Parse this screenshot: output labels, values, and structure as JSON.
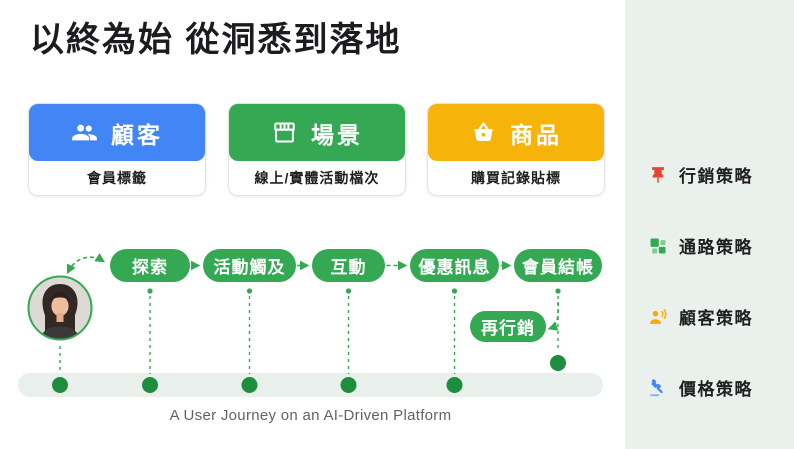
{
  "title": "以終為始 從洞悉到落地",
  "colors": {
    "blue": "#4285F4",
    "green": "#34A853",
    "green-dark": "#1E8E3E",
    "yellow": "#F6B40A",
    "red": "#E94235",
    "yellow-icon": "#F9AB00",
    "light-green": "#81C995",
    "light-blue": "#8AB4F8",
    "track": "#E9F0EC",
    "sidebar-bg": "#EAF1EC",
    "gray-text": "#5F6368",
    "title-color": "#1C1C1E"
  },
  "cards": [
    {
      "label": "顧客",
      "sub": "會員標籤",
      "icon": "people-icon",
      "color": "#4285F4"
    },
    {
      "label": "場景",
      "sub": "線上/實體活動檔次",
      "icon": "storefront-icon",
      "color": "#34A853"
    },
    {
      "label": "商品",
      "sub": "購買記錄貼標",
      "icon": "basket-icon",
      "color": "#F6B40A"
    }
  ],
  "journey": {
    "steps": [
      "探索",
      "活動觸及",
      "互動",
      "優惠訊息",
      "會員結帳"
    ],
    "loop_step": "再行銷",
    "caption": "A User Journey on an AI-Driven Platform",
    "pill_color": "#34A853",
    "dot_color": "#1E8E3E",
    "track_color": "#E9F0EC"
  },
  "sidebar": {
    "items": [
      {
        "label": "行銷策略",
        "icon": "pushpin-icon",
        "icon_color": "#E94235"
      },
      {
        "label": "通路策略",
        "icon": "grid-icon",
        "icon_color": "#34A853"
      },
      {
        "label": "顧客策略",
        "icon": "voice-person-icon",
        "icon_color": "#F9AB00"
      },
      {
        "label": "價格策略",
        "icon": "gavel-icon",
        "icon_color": "#4285F4"
      }
    ]
  }
}
